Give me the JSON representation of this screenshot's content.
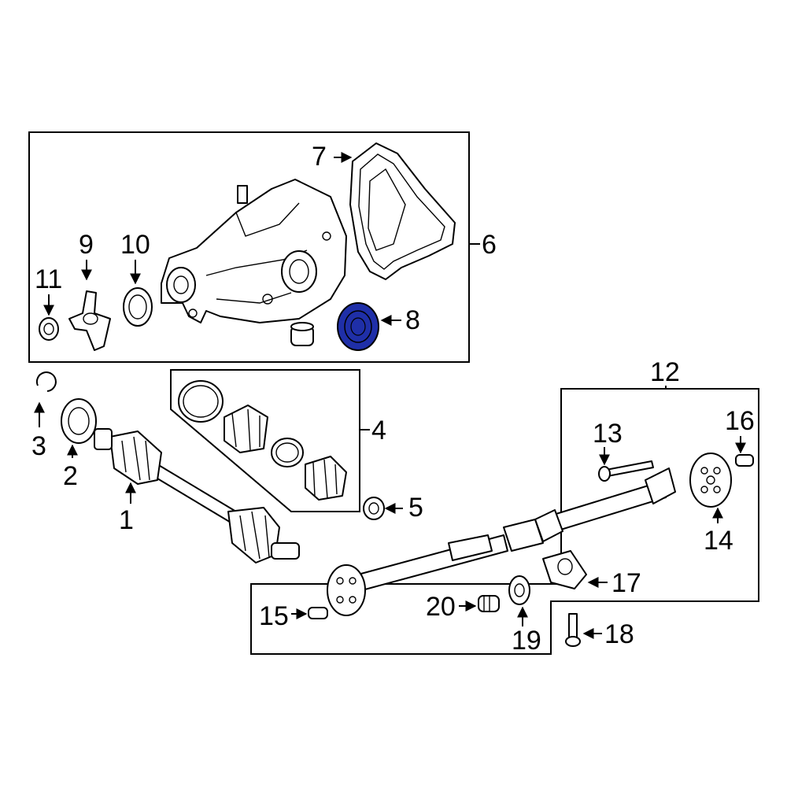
{
  "callouts": {
    "c1": "1",
    "c2": "2",
    "c3": "3",
    "c4": "4",
    "c5": "5",
    "c6": "6",
    "c7": "7",
    "c8": "8",
    "c9": "9",
    "c10": "10",
    "c11": "11",
    "c12": "12",
    "c13": "13",
    "c14": "14",
    "c15": "15",
    "c16": "16",
    "c17": "17",
    "c18": "18",
    "c19": "19",
    "c20": "20"
  },
  "colors": {
    "line": "#000000",
    "background": "#ffffff",
    "highlight": "#1f2fa8"
  },
  "highlighted_part": "8"
}
